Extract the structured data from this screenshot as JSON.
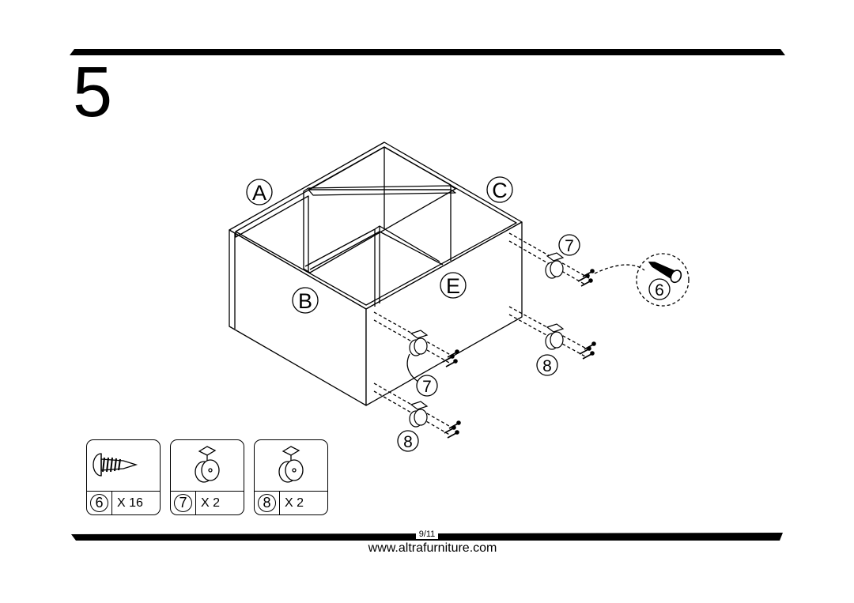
{
  "step": {
    "number": "5"
  },
  "panels": {
    "a": "A",
    "b": "B",
    "c": "C",
    "e": "E"
  },
  "callouts": {
    "caster_locking": "7",
    "caster_plain": "8",
    "screw": "6"
  },
  "hardware": [
    {
      "number": "6",
      "qty": "X 16",
      "icon": "screw-icon"
    },
    {
      "number": "7",
      "qty": "X 2",
      "icon": "caster-icon"
    },
    {
      "number": "8",
      "qty": "X 2",
      "icon": "caster-icon"
    }
  ],
  "footer": {
    "page": "9/11",
    "website": "www.altrafurniture.com"
  }
}
